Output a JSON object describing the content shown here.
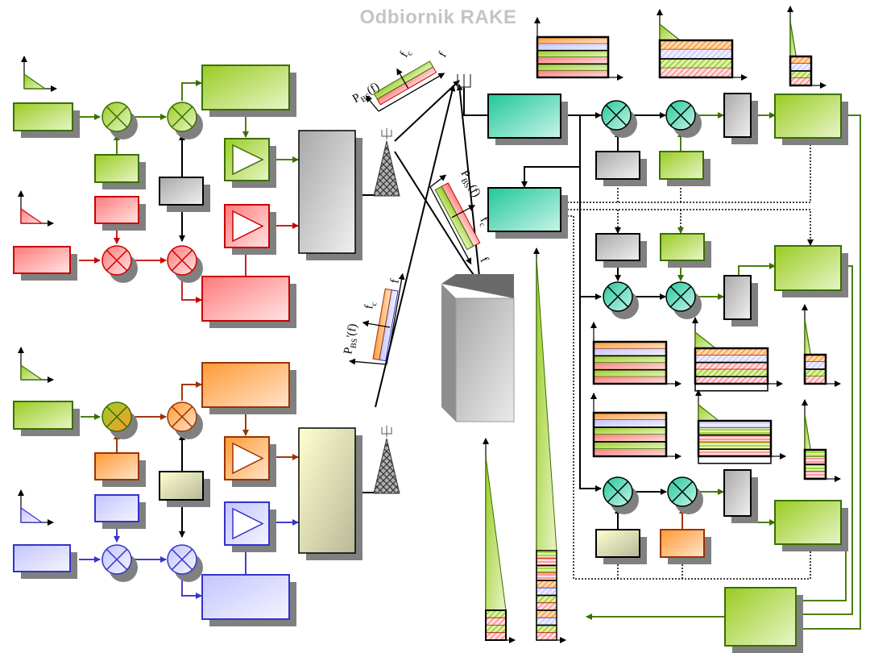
{
  "title": "Odbiornik RAKE",
  "colors": {
    "green": {
      "stroke": "#3a6f00",
      "light": "#e6f3c0",
      "dark": "#99cc22",
      "line": "#4a8010"
    },
    "red": {
      "stroke": "#cc0000",
      "light": "#ffe0e0",
      "dark": "#ff7a7a",
      "line": "#cc2222"
    },
    "orange": {
      "stroke": "#9a3300",
      "light": "#ffe0c4",
      "dark": "#ff9933",
      "line": "#a03a10"
    },
    "blue": {
      "stroke": "#3333cc",
      "light": "#f0f0ff",
      "dark": "#c4c4ff",
      "line": "#4040cc"
    },
    "teal": {
      "stroke": "#000000",
      "light": "#c0f0e4",
      "dark": "#20c89a",
      "line": "#333333"
    },
    "gray": {
      "stroke": "#000000",
      "light": "#eeeeee",
      "dark": "#aaaaaa",
      "line": "#000000"
    },
    "cream": {
      "stroke": "#000000",
      "light": "#ffffd0",
      "dark": "#b8b898",
      "line": "#333333"
    },
    "shadow": "#808080"
  },
  "spectrum_labels": {
    "top": {
      "power": "P",
      "power_sub": "BS",
      "power_arg": "(f)",
      "carrier": "f",
      "carrier_sub": "c",
      "freq": "f"
    },
    "middle": {
      "power": "P",
      "power_sub": "BS",
      "power_arg": "(f)",
      "carrier": "f",
      "carrier_sub": "c",
      "freq": "f"
    },
    "bottom": {
      "power": "P",
      "power_sub": "BS",
      "power_arg": "'(f)",
      "carrier": "f",
      "carrier_sub": "c",
      "freq": "f"
    }
  },
  "transmitters": [
    {
      "name": "base-station-1",
      "users": [
        "green",
        "red"
      ]
    },
    {
      "name": "base-station-2",
      "users": [
        "green-orange",
        "blue"
      ]
    }
  ],
  "rake_fingers": 3,
  "spectrum_plots": [
    {
      "name": "received-spread-spectrum",
      "stripes": [
        "orange",
        "blue",
        "green",
        "red",
        "green",
        "red"
      ]
    },
    {
      "name": "after-pn-despread-1",
      "stripes": [
        "orange",
        "blue",
        "green",
        "red"
      ]
    },
    {
      "name": "after-integration-1",
      "stripes": [
        "orange",
        "blue",
        "green",
        "red"
      ]
    },
    {
      "name": "finger-2-input",
      "stripes": [
        "orange",
        "blue",
        "green",
        "red",
        "green",
        "red"
      ]
    },
    {
      "name": "after-pn-despread-2",
      "stripes": [
        "orange",
        "blue",
        "red",
        "green",
        "red"
      ]
    },
    {
      "name": "after-integration-2",
      "stripes": [
        "orange",
        "blue",
        "green",
        "red"
      ]
    },
    {
      "name": "finger-3-input",
      "stripes": [
        "orange",
        "blue",
        "green",
        "red",
        "green",
        "red"
      ]
    },
    {
      "name": "after-pn-despread-3",
      "stripes": [
        "blue",
        "green",
        "red",
        "green",
        "red"
      ]
    },
    {
      "name": "after-integration-3",
      "stripes": [
        "green",
        "red",
        "green",
        "red"
      ]
    },
    {
      "name": "combined-output-1",
      "stripes": [
        "green",
        "red",
        "green",
        "red"
      ]
    },
    {
      "name": "combined-output-2",
      "stripes": [
        "green",
        "red",
        "green",
        "red",
        "orange",
        "blue",
        "green",
        "red",
        "orange",
        "blue",
        "green",
        "red"
      ]
    }
  ]
}
